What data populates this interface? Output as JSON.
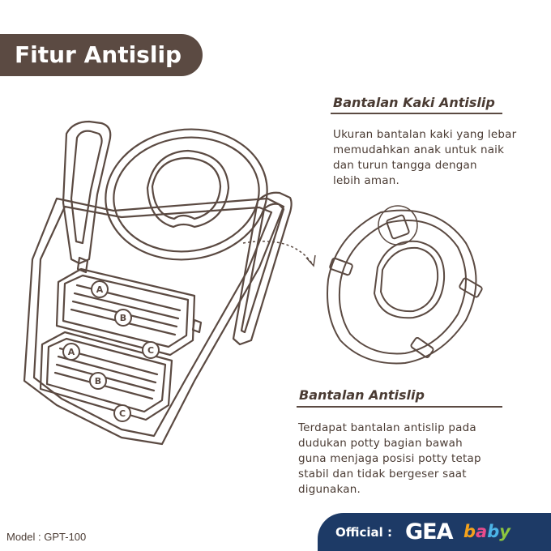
{
  "title": "Fitur Antislip",
  "sections": [
    {
      "heading": "Bantalan Kaki Antislip",
      "lines": [
        "Ukuran bantalan kaki yang lebar",
        "memudahkan anak untuk naik",
        "dan turun tangga dengan",
        "lebih aman."
      ]
    },
    {
      "heading": "Bantalan Antislip",
      "lines": [
        "Terdapat bantalan antislip pada",
        "dudukan potty bagian bawah",
        "guna menjaga posisi potty tetap",
        "stabil dan tidak bergeser saat",
        "digunakan."
      ]
    }
  ],
  "step_letters": [
    "A",
    "B",
    "C"
  ],
  "model": "Model : GPT-100",
  "official": {
    "label": "Official :",
    "brand": "GEA",
    "sub": [
      "b",
      "a",
      "b",
      "y"
    ],
    "sub_colors": [
      "#f4a21c",
      "#e84c8b",
      "#4cb4e7",
      "#8cc63f"
    ]
  },
  "colors": {
    "ink": "#5b4a42",
    "navy": "#1d3a66"
  }
}
